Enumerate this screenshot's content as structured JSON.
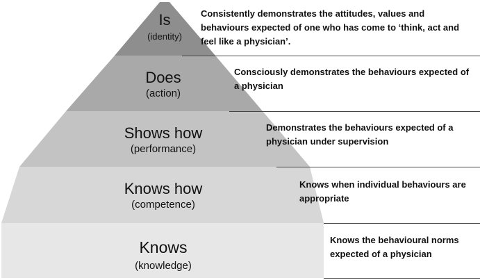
{
  "levels": [
    {
      "title": "Is",
      "subtitle": "(identity)",
      "fill": "#8e8e8e",
      "description": "Consistently demonstrates the attitudes, values and behaviours expected of one who has come to ‘think, act and feel like a physician’."
    },
    {
      "title": "Does",
      "subtitle": "(action)",
      "fill": "#a9a9a9",
      "description": "Consciously demonstrates the behaviours expected of a physician"
    },
    {
      "title": "Shows how",
      "subtitle": "(performance)",
      "fill": "#c3c3c3",
      "description": "Demonstrates the behaviours expected of a physician under supervision"
    },
    {
      "title": "Knows how",
      "subtitle": "(competence)",
      "fill": "#d7d7d7",
      "description": "Knows when individual behaviours are appropriate"
    },
    {
      "title": "Knows",
      "subtitle": "(knowledge)",
      "fill": "#e7e7e7",
      "description": "Knows the behavioural norms expected of a physician"
    }
  ]
}
